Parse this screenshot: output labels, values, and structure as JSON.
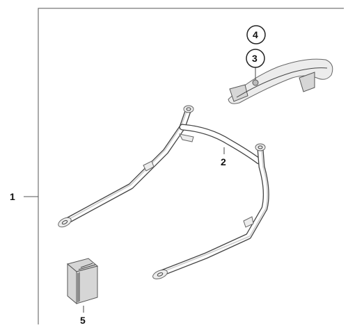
{
  "callouts": {
    "kit": "1",
    "frame": "2",
    "screw": "3",
    "washer": "4",
    "manual": "5"
  },
  "colors": {
    "line": "#444444",
    "frame_border": "#555555",
    "fill": "#d6d6d6"
  },
  "icons": [
    "assembly-kit-border",
    "tube-frame",
    "grab-handle",
    "instruction-booklet"
  ]
}
